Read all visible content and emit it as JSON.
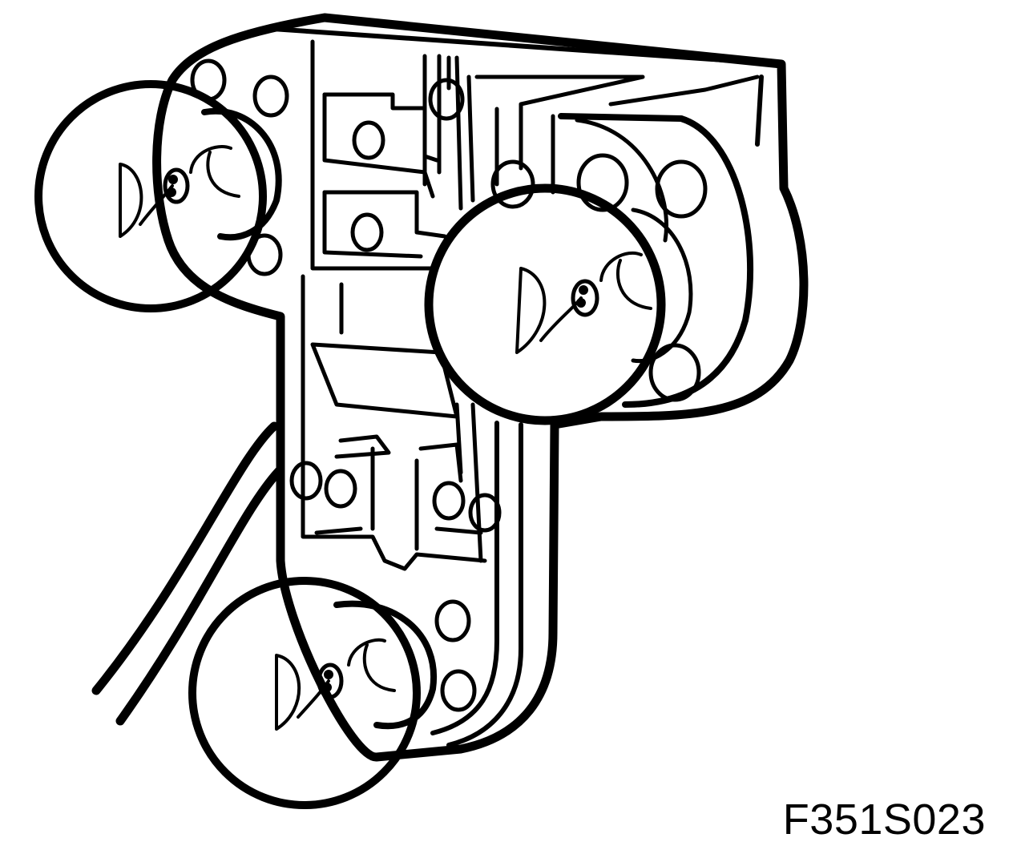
{
  "figure": {
    "code": "F351S023"
  },
  "colors": {
    "background": "#ffffff",
    "stroke": "#000000"
  },
  "parts": {
    "bulbs": [
      "top-left-bulb",
      "right-bulb",
      "bottom-bulb"
    ]
  }
}
